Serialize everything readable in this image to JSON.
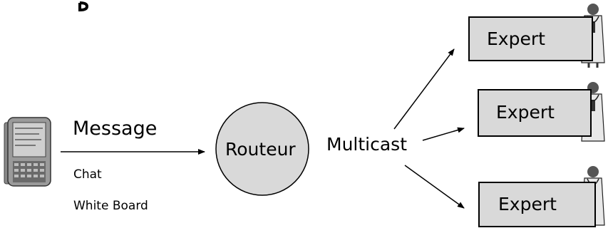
{
  "colors": {
    "router_fill": "#d9d9d9",
    "box_fill": "#d9d9d9",
    "stroke": "#000000"
  },
  "sender": {
    "icon": "pda-device-icon",
    "message_label": "Message",
    "channels": [
      "Chat",
      "White Board"
    ]
  },
  "router": {
    "label": "Routeur"
  },
  "distribution": {
    "label": "Multicast"
  },
  "experts": [
    {
      "label": "Expert",
      "icon": "doctor-icon"
    },
    {
      "label": "Expert",
      "icon": "doctor-icon"
    },
    {
      "label": "Expert",
      "icon": "doctor-icon"
    }
  ]
}
